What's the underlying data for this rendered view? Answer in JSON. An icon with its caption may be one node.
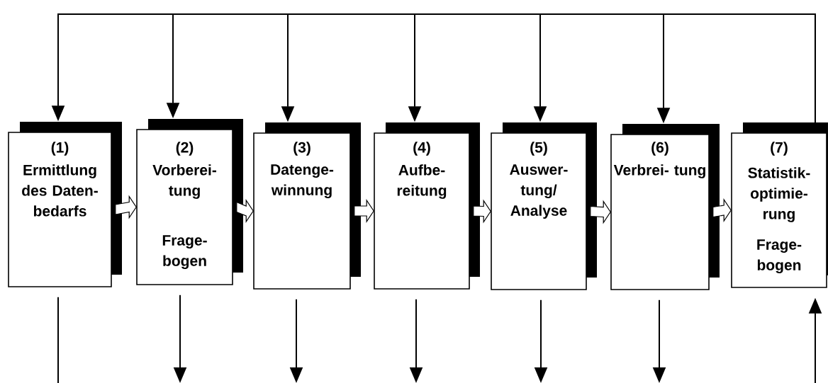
{
  "diagram": {
    "nodes": [
      {
        "text": [
          "(1)",
          "Ermittlung des Daten- bedarfs"
        ]
      },
      {
        "text": [
          "(2)",
          "Vorberei- tung",
          "Frage- bogen"
        ]
      },
      {
        "text": [
          "(3)",
          "Datenge- winnung"
        ]
      },
      {
        "text": [
          "(4)",
          "Aufbe- reitung"
        ]
      },
      {
        "text": [
          "(5)",
          "Auswer- tung/ Analyse"
        ]
      },
      {
        "text": [
          "(6)",
          "Verbrei- tung"
        ]
      },
      {
        "text": [
          "(7)",
          "Statistik- optimie- rung",
          "Frage- bogen"
        ]
      }
    ],
    "edges": [
      {
        "from": 0,
        "to": 1,
        "arrow": "to"
      },
      {
        "from": 1,
        "to": 2,
        "arrow": "to"
      },
      {
        "from": 2,
        "to": 3,
        "arrow": "to"
      },
      {
        "from": 3,
        "to": 4,
        "arrow": "to"
      },
      {
        "from": 4,
        "to": 5,
        "arrow": "to"
      },
      {
        "from": 5,
        "to": 6,
        "arrow": "to"
      },
      {
        "from": 6,
        "to": 0,
        "arrow": "to"
      },
      {
        "from": 6,
        "to": 1,
        "arrow": "to"
      },
      {
        "from": 6,
        "to": 2,
        "arrow": "to"
      },
      {
        "from": 6,
        "to": 3,
        "arrow": "to"
      },
      {
        "from": 6,
        "to": 4,
        "arrow": "to"
      },
      {
        "from": 6,
        "to": 5,
        "arrow": "to"
      },
      {
        "from": 0,
        "to": null,
        "arrow": "none"
      },
      {
        "from": 1,
        "to": null,
        "arrow": "to"
      },
      {
        "from": 2,
        "to": null,
        "arrow": "to"
      },
      {
        "from": 3,
        "to": null,
        "arrow": "to"
      },
      {
        "from": 4,
        "to": null,
        "arrow": "to"
      },
      {
        "from": 5,
        "to": null,
        "arrow": "to"
      },
      {
        "from": null,
        "to": 6,
        "arrow": "to"
      }
    ]
  }
}
